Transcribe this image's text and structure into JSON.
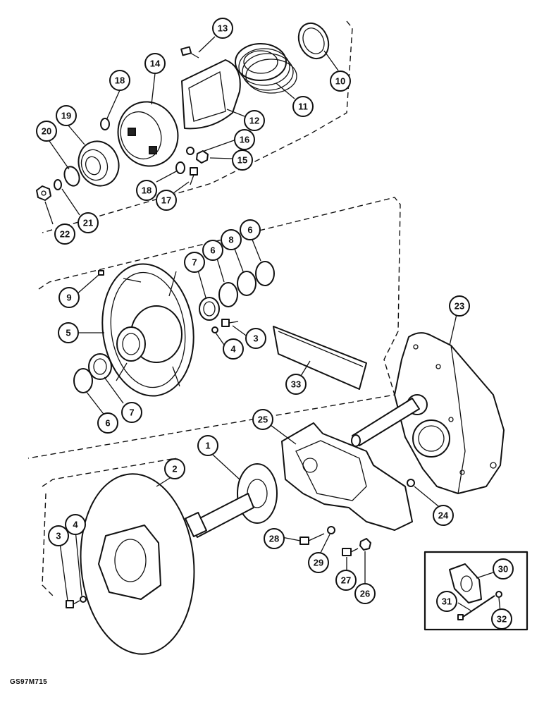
{
  "figure_id": "GS97M715",
  "callouts": [
    {
      "id": "c1",
      "label": "1"
    },
    {
      "id": "c2",
      "label": "2"
    },
    {
      "id": "c3a",
      "label": "3"
    },
    {
      "id": "c3b",
      "label": "3"
    },
    {
      "id": "c4a",
      "label": "4"
    },
    {
      "id": "c4b",
      "label": "4"
    },
    {
      "id": "c5",
      "label": "5"
    },
    {
      "id": "c6a",
      "label": "6"
    },
    {
      "id": "c6b",
      "label": "6"
    },
    {
      "id": "c6c",
      "label": "6"
    },
    {
      "id": "c7a",
      "label": "7"
    },
    {
      "id": "c7b",
      "label": "7"
    },
    {
      "id": "c8",
      "label": "8"
    },
    {
      "id": "c9",
      "label": "9"
    },
    {
      "id": "c10",
      "label": "10"
    },
    {
      "id": "c11",
      "label": "11"
    },
    {
      "id": "c12",
      "label": "12"
    },
    {
      "id": "c13",
      "label": "13"
    },
    {
      "id": "c14",
      "label": "14"
    },
    {
      "id": "c15",
      "label": "15"
    },
    {
      "id": "c16",
      "label": "16"
    },
    {
      "id": "c17",
      "label": "17"
    },
    {
      "id": "c18a",
      "label": "18"
    },
    {
      "id": "c18b",
      "label": "18"
    },
    {
      "id": "c19",
      "label": "19"
    },
    {
      "id": "c20",
      "label": "20"
    },
    {
      "id": "c21",
      "label": "21"
    },
    {
      "id": "c22",
      "label": "22"
    },
    {
      "id": "c23",
      "label": "23"
    },
    {
      "id": "c24",
      "label": "24"
    },
    {
      "id": "c25",
      "label": "25"
    },
    {
      "id": "c26",
      "label": "26"
    },
    {
      "id": "c27",
      "label": "27"
    },
    {
      "id": "c28",
      "label": "28"
    },
    {
      "id": "c29",
      "label": "29"
    },
    {
      "id": "c30",
      "label": "30"
    },
    {
      "id": "c31",
      "label": "31"
    },
    {
      "id": "c32",
      "label": "32"
    },
    {
      "id": "c33",
      "label": "33"
    }
  ]
}
